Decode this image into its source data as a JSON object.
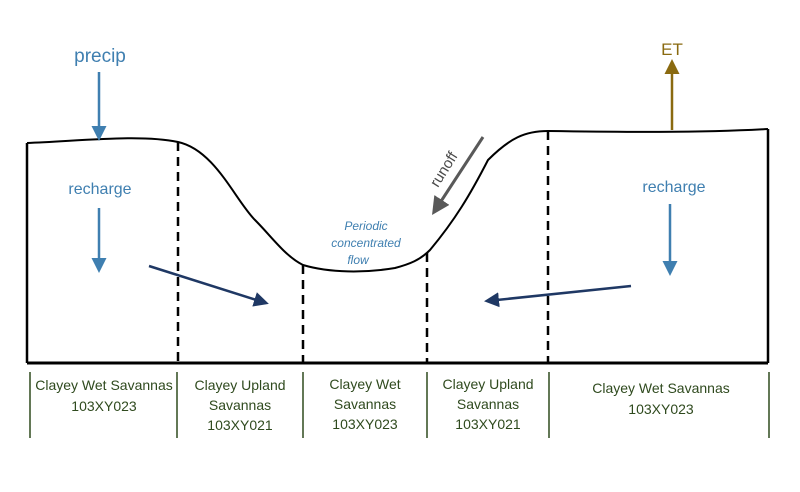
{
  "labels": {
    "precip": "precip",
    "recharge_left": "recharge",
    "recharge_right": "recharge",
    "et": "ET",
    "runoff": "runoff",
    "flow_line1": "Periodic",
    "flow_line2": "concentrated",
    "flow_line3": "flow"
  },
  "zones": [
    {
      "line1": "Clayey Wet Savannas",
      "line2": "103XY023",
      "line3": ""
    },
    {
      "line1": "Clayey Upland",
      "line2": "Savannas",
      "line3": "103XY021"
    },
    {
      "line1": "Clayey Wet",
      "line2": "Savannas",
      "line3": "103XY023"
    },
    {
      "line1": "Clayey Upland",
      "line2": "Savannas",
      "line3": "103XY021"
    },
    {
      "line1": "Clayey Wet Savannas",
      "line2": "103XY023",
      "line3": ""
    }
  ],
  "colors": {
    "water_arrow": "#3f7fb0",
    "groundwater_arrow": "#1f3864",
    "et_arrow": "#8a6a10",
    "runoff_arrow": "#595959",
    "zone_divider": "#2f4a1e",
    "outline": "#000000"
  }
}
